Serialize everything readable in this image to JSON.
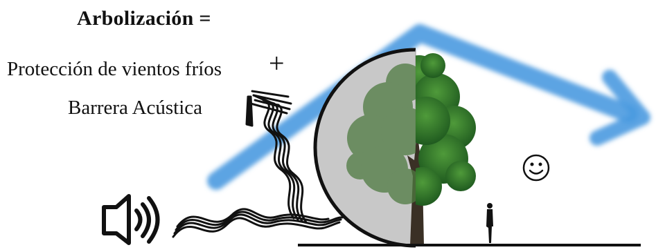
{
  "title": "Arbolización =",
  "lines": {
    "protection": "Protección de vientos fríos",
    "plus": "+",
    "barrier": "Barrera Acústica"
  },
  "icons": [
    "speaker-icon",
    "sound-wave-icon",
    "wind-arrow-icon",
    "tree-icon",
    "person-icon",
    "smiley-icon"
  ],
  "colors": {
    "wind_arrow": "#4a9ae0",
    "barrier_fill": "#c8c8c8",
    "tree_foliage": "#2e7d2e",
    "ink": "#111111"
  }
}
